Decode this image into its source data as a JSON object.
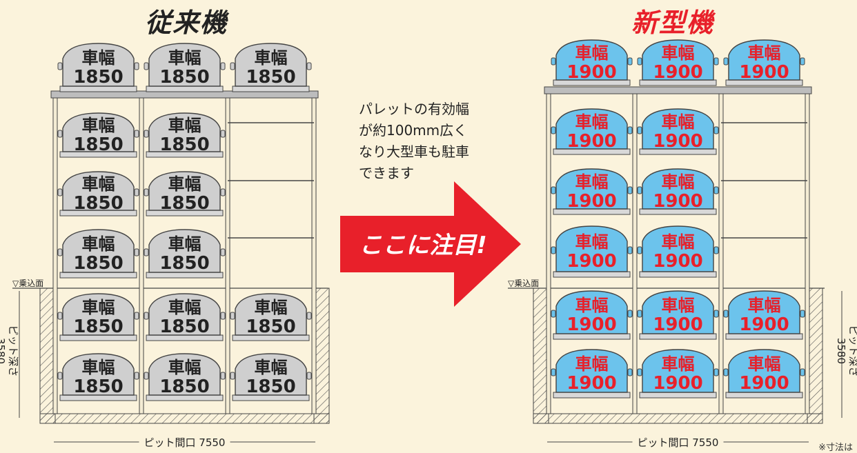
{
  "headings": {
    "old": "従来機",
    "new": "新型機"
  },
  "callout_lines": [
    "パレットの有効幅",
    "が約100mm広く",
    "なり大型車も駐車",
    "できます"
  ],
  "arrow_label": "ここに注目!",
  "labels": {
    "boarding_surface": "▽乗込面",
    "pit_depth": "ピット深さ",
    "pit_depth_value": "3580",
    "pit_opening": "ピット間口 7550",
    "footnote": "※寸法は"
  },
  "car_label": "車幅",
  "old_unit": {
    "width_value": "1850",
    "car_color": "#cfcfcf"
  },
  "new_unit": {
    "width_value": "1900",
    "car_color": "#6cc3ec",
    "text_color": "#e8202a"
  },
  "colors": {
    "background": "#fbf3dc",
    "accent_red": "#e8202a",
    "frame": "#444444"
  }
}
